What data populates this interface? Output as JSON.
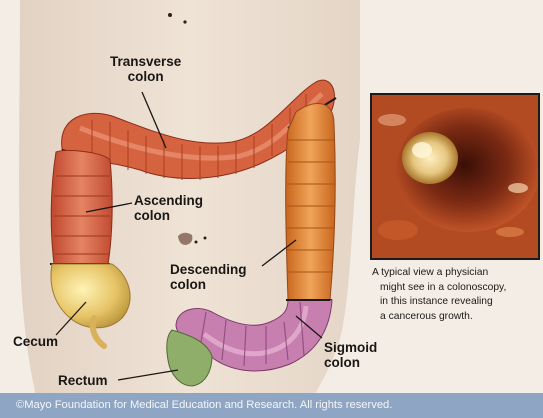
{
  "labels": {
    "transverse": [
      "Transverse",
      "colon"
    ],
    "ascending": [
      "Ascending",
      "colon"
    ],
    "descending": [
      "Descending",
      "colon"
    ],
    "cecum": "Cecum",
    "sigmoid": [
      "Sigmoid",
      "colon"
    ],
    "rectum": "Rectum"
  },
  "caption": [
    "A typical view a physician",
    "might see in a colonoscopy,",
    "in this instance revealing",
    "a cancerous growth."
  ],
  "footer": "©Mayo Foundation for Medical Education and Research.  All rights reserved."
}
